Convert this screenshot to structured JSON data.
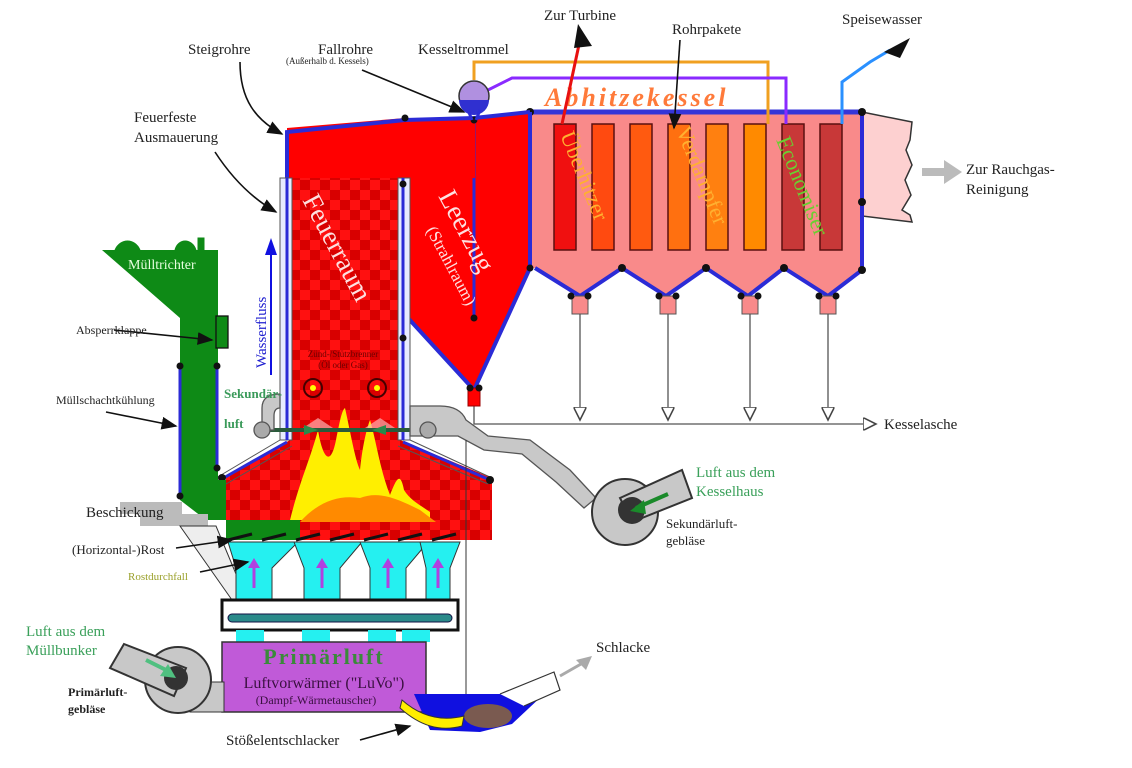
{
  "diagram": {
    "title": "Müllverbrennungsanlage – Schema",
    "labels": {
      "steigrohre": "Steigrohre",
      "fallrohre": "Fallrohre",
      "fallrohre_note": "(Außerhalb d. Kessels)",
      "kesseltrommel": "Kesseltrommel",
      "zur_turbine": "Zur Turbine",
      "rohrpakete": "Rohrpakete",
      "speisewasser": "Speisewasser",
      "feuerfeste_1": "Feuerfeste",
      "feuerfeste_2": "Ausmauerung",
      "abhitzekessel": "Abhitzekessel",
      "ueberhitzer": "Überhitzer",
      "verdampfer": "Verdampfer",
      "economiser": "Economiser",
      "rauchgas_1": "Zur Rauchgas-",
      "rauchgas_2": "Reinigung",
      "feuerraum": "Feuerraum",
      "leerzug": "Leerzug",
      "strahlraum": "(Strahlraum)",
      "muelltrichter": "Mülltrichter",
      "wasserfluss": "Wasserfluss",
      "absperrklappe": "Absperrklappe",
      "muellschachtkuehlung": "Müllschachtkühlung",
      "sekundaerluft_1": "Sekundär-",
      "sekundaerluft_2": "luft",
      "brenner_1": "Zünd-/Stützbrenner",
      "brenner_2": "(Öl oder Gas)",
      "kesselasche": "Kesselasche",
      "luft_kesselhaus_1": "Luft aus dem",
      "luft_kesselhaus_2": "Kesselhaus",
      "sek_geblaese_1": "Sekundärluft-",
      "sek_geblaese_2": "gebläse",
      "beschickung": "Beschickung",
      "rost": "(Horizontal-)Rost",
      "rostdurchfall": "Rostdurchfall",
      "luft_muellbunker_1": "Luft aus dem",
      "luft_muellbunker_2": "Müllbunker",
      "prim_geblaese_1": "Primärluft-",
      "prim_geblaese_2": "gebläse",
      "primaerluft": "Primärluft",
      "luvo": "Luftvorwärmer (\"LuVo\")",
      "dampf_waermetauscher": "(Dampf-Wärmetauscher)",
      "schlacke": "Schlacke",
      "stoesselentschlacker": "Stößelentschlacker"
    },
    "colors": {
      "furnace_red": "#ff0000",
      "boiler_pink": "#f98a8a",
      "tube_blue": "#2b2bd6",
      "hopper_green": "#0e8a16",
      "grate_cyan": "#25f0f0",
      "luvo_purple": "#c05ad8",
      "flame_yellow": "#fff000",
      "flame_orange": "#ff8a00",
      "duct_gray": "#bdbdbd"
    }
  }
}
